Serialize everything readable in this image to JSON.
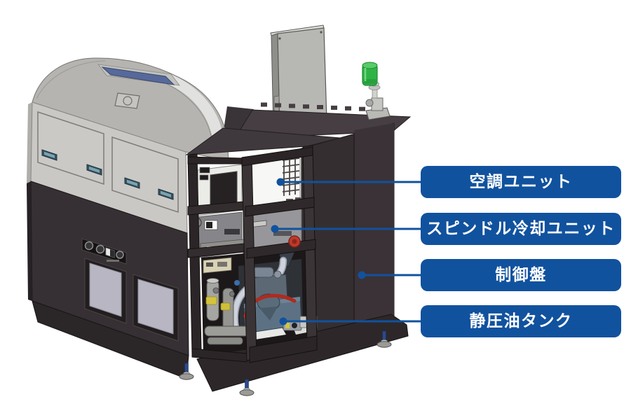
{
  "callouts": [
    {
      "id": "air-conditioning-unit",
      "text": "空調ユニット"
    },
    {
      "id": "spindle-cooling-unit",
      "text": "スピンドル冷却ユニット"
    },
    {
      "id": "control-panel",
      "text": "制御盤"
    },
    {
      "id": "hydrostatic-oil-tank",
      "text": "静圧油タンク"
    }
  ],
  "colors": {
    "callout_background": "#11529E",
    "callout_text": "#FFFFFF",
    "leader_line": "#11529E",
    "machine_cover_gray": "#CAC8C4",
    "roof_gray": "#B5B4B0",
    "skylight_blue": "#56699A",
    "cabinet_dark": "#352E31",
    "ac_unit_white": "#F7F7F5",
    "cooling_unit_gray": "#97979B",
    "oil_tank_blue_gray": "#5C7284",
    "hose_red": "#B02A1E",
    "cap_yellow": "#D5C33E",
    "window_panel_gray": "#B7B6C2",
    "signal_tower_green": "#2FB347",
    "leveling_foot_blue": "#2C4A8C"
  },
  "machine_parts": [
    "main-enclosure",
    "auxiliary-rack",
    "air-conditioning-unit",
    "spindle-cooling-unit",
    "control-cabinet",
    "hydrostatic-oil-tank-assembly",
    "signal-tower",
    "rear-panel"
  ]
}
